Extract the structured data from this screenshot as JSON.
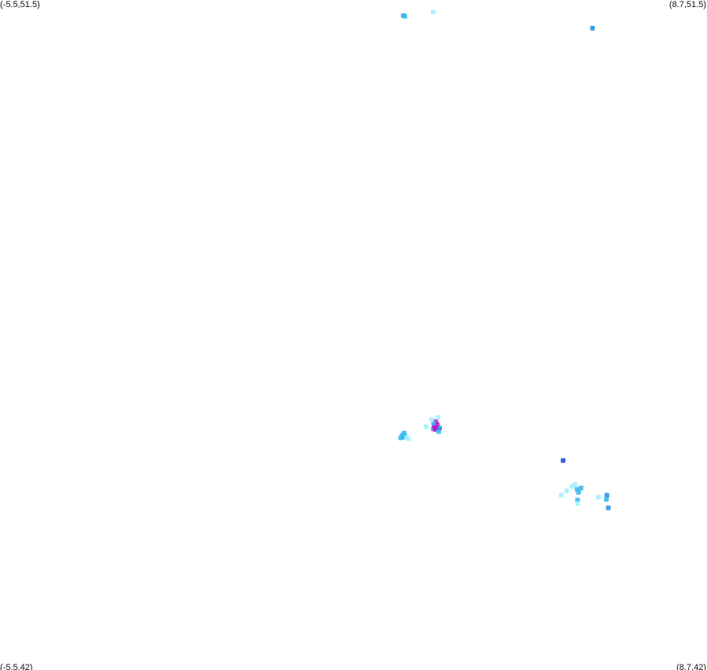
{
  "corners": {
    "top_left": "(-5.5,51.5)",
    "top_right": "(8.7,51.5)",
    "bottom_left": "(-5.5,42)",
    "bottom_right": "(8.7,42)"
  },
  "bounds": {
    "lon_min": -5.5,
    "lon_max": 8.7,
    "lat_min": 42,
    "lat_max": 51.5
  },
  "colors": {
    "light": "#9ff0ff",
    "sky": "#33b6f0",
    "mid": "#1f8ee0",
    "blue": "#1e3fe8",
    "magenta": "#c010c8"
  },
  "points": [
    {
      "lon": 2.6,
      "lat": 51.28,
      "color": "sky"
    },
    {
      "lon": 2.63,
      "lat": 51.27,
      "color": "sky"
    },
    {
      "lon": 3.2,
      "lat": 51.33,
      "color": "light"
    },
    {
      "lon": 6.4,
      "lat": 51.1,
      "color": "mid"
    },
    {
      "lon": 2.6,
      "lat": 45.3,
      "color": "sky"
    },
    {
      "lon": 2.63,
      "lat": 45.32,
      "color": "mid"
    },
    {
      "lon": 2.58,
      "lat": 45.33,
      "color": "sky"
    },
    {
      "lon": 2.66,
      "lat": 45.31,
      "color": "light"
    },
    {
      "lon": 2.55,
      "lat": 45.29,
      "color": "sky"
    },
    {
      "lon": 2.62,
      "lat": 45.36,
      "color": "sky"
    },
    {
      "lon": 2.7,
      "lat": 45.28,
      "color": "light"
    },
    {
      "lon": 3.2,
      "lat": 45.42,
      "color": "sky"
    },
    {
      "lon": 3.22,
      "lat": 45.46,
      "color": "magenta"
    },
    {
      "lon": 3.26,
      "lat": 45.44,
      "color": "magenta"
    },
    {
      "lon": 3.24,
      "lat": 45.41,
      "color": "magenta"
    },
    {
      "lon": 3.28,
      "lat": 45.48,
      "color": "magenta"
    },
    {
      "lon": 3.25,
      "lat": 45.52,
      "color": "magenta"
    },
    {
      "lon": 3.21,
      "lat": 45.5,
      "color": "sky"
    },
    {
      "lon": 3.31,
      "lat": 45.38,
      "color": "sky"
    },
    {
      "lon": 3.17,
      "lat": 45.55,
      "color": "light"
    },
    {
      "lon": 3.3,
      "lat": 45.58,
      "color": "light"
    },
    {
      "lon": 3.06,
      "lat": 45.45,
      "color": "light"
    },
    {
      "lon": 3.33,
      "lat": 45.43,
      "color": "mid"
    },
    {
      "lon": 5.81,
      "lat": 44.97,
      "color": "blue"
    },
    {
      "lon": 5.99,
      "lat": 44.6,
      "color": "light"
    },
    {
      "lon": 5.88,
      "lat": 44.54,
      "color": "light"
    },
    {
      "lon": 5.77,
      "lat": 44.48,
      "color": "light"
    },
    {
      "lon": 6.09,
      "lat": 44.56,
      "color": "sky"
    },
    {
      "lon": 6.12,
      "lat": 44.52,
      "color": "sky"
    },
    {
      "lon": 6.17,
      "lat": 44.58,
      "color": "sky"
    },
    {
      "lon": 6.05,
      "lat": 44.63,
      "color": "light"
    },
    {
      "lon": 6.1,
      "lat": 44.41,
      "color": "sky"
    },
    {
      "lon": 6.1,
      "lat": 44.36,
      "color": "light"
    },
    {
      "lon": 6.52,
      "lat": 44.45,
      "color": "light"
    },
    {
      "lon": 6.69,
      "lat": 44.48,
      "color": "mid"
    },
    {
      "lon": 6.68,
      "lat": 44.42,
      "color": "sky"
    },
    {
      "lon": 6.72,
      "lat": 44.3,
      "color": "mid"
    }
  ]
}
